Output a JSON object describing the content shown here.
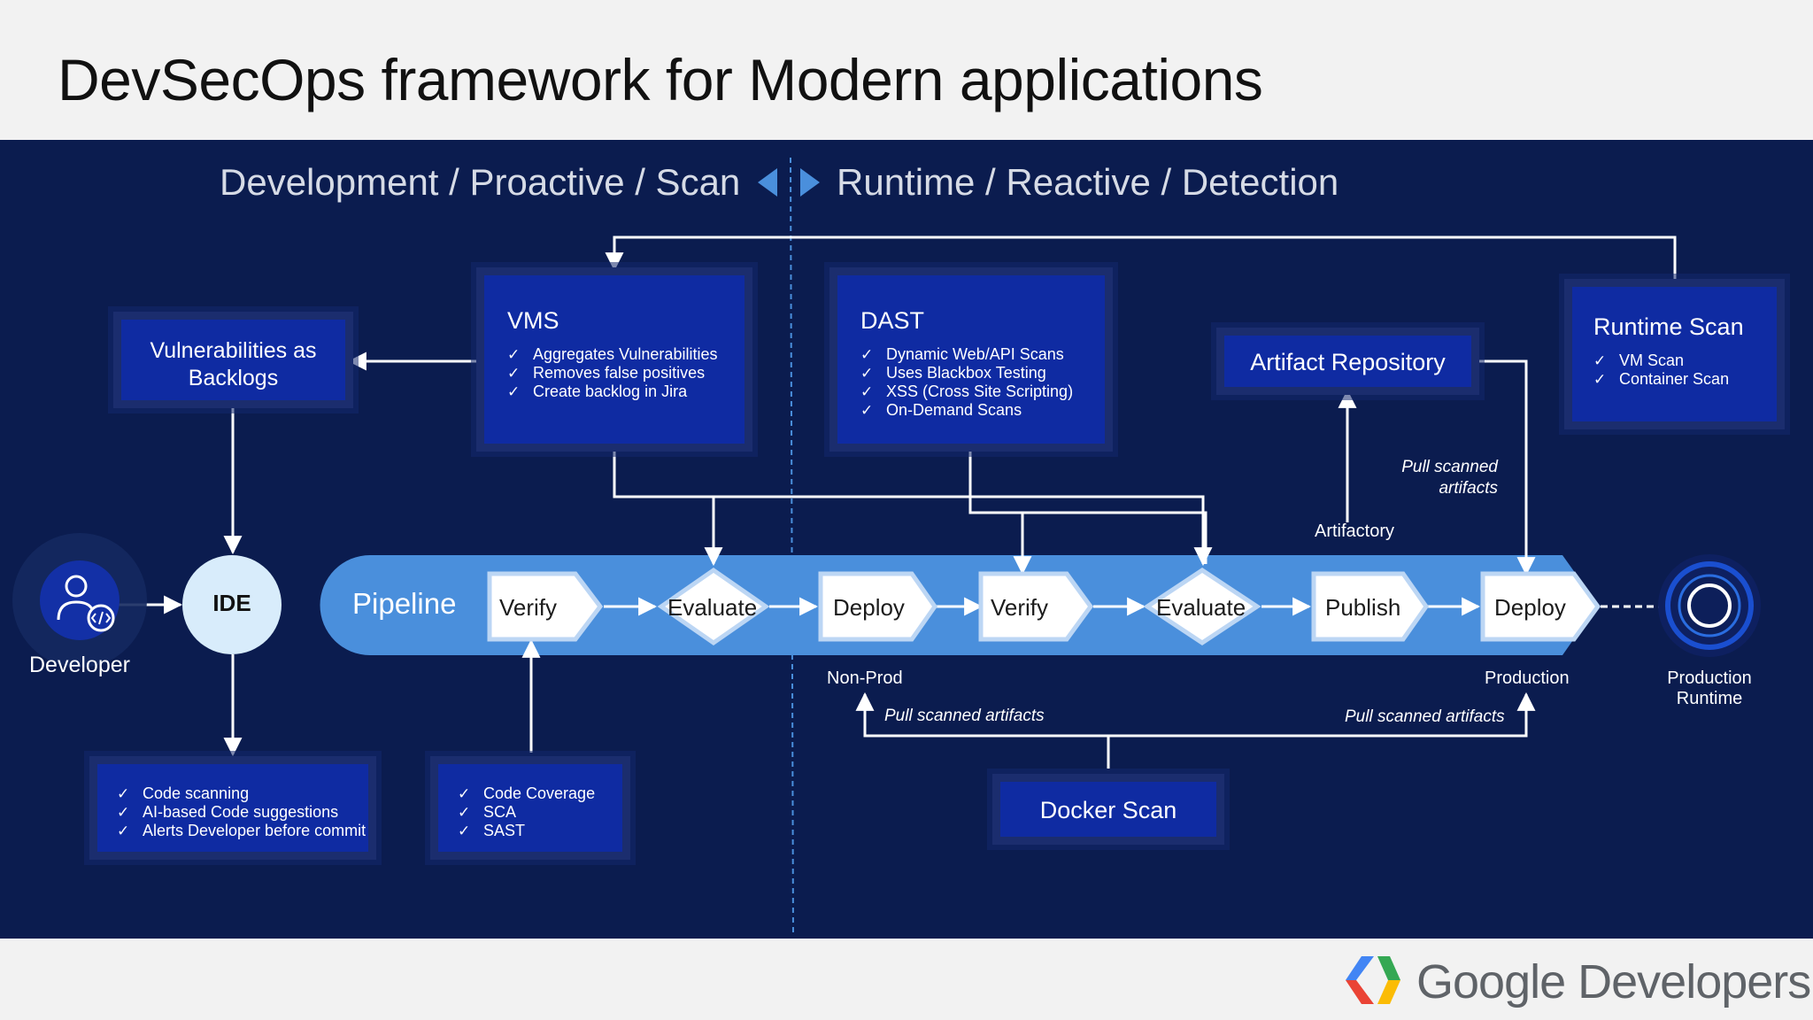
{
  "slide": {
    "title": "DevSecOps framework for Modern applications",
    "colors": {
      "stage_bg": "#0b1c4f",
      "panel_bg": "#0f2ba2",
      "pipeline_band": "#4a8fdc",
      "accent_blue": "#3b8de0"
    }
  },
  "headers": {
    "left": "Development / Proactive / Scan",
    "right": "Runtime / Reactive / Detection"
  },
  "nodes": {
    "developer": {
      "label": "Developer",
      "icon": "developer-code-icon"
    },
    "ide": {
      "label": "IDE"
    },
    "production_runtime": {
      "label_line1": "Production",
      "label_line2": "Runtime",
      "icon": "target-ring-icon"
    }
  },
  "panels": {
    "vuln_backlogs": {
      "line1": "Vulnerabilities as",
      "line2": "Backlogs"
    },
    "vms": {
      "title": "VMS",
      "items": [
        "Aggregates Vulnerabilities",
        "Removes false positives",
        "Create backlog in Jira"
      ]
    },
    "dast": {
      "title": "DAST",
      "items": [
        "Dynamic Web/API Scans",
        "Uses Blackbox Testing",
        "XSS (Cross Site Scripting)",
        "On-Demand Scans"
      ]
    },
    "artifact_repo": {
      "title": "Artifact Repository"
    },
    "runtime_scan": {
      "title": "Runtime Scan",
      "items": [
        "VM Scan",
        "Container Scan"
      ]
    },
    "ide_tools": {
      "items": [
        "Code scanning",
        "AI-based Code suggestions",
        "Alerts Developer before commit"
      ]
    },
    "verify_tools": {
      "items": [
        "Code Coverage",
        "SCA",
        "SAST"
      ]
    },
    "docker_scan": {
      "title": "Docker Scan"
    }
  },
  "pipeline": {
    "label": "Pipeline",
    "stages": [
      "Verify",
      "Evaluate",
      "Deploy",
      "Verify",
      "Evaluate",
      "Publish",
      "Deploy"
    ]
  },
  "annotations": {
    "pull_scanned_artifacts_upper_line1": "Pull scanned",
    "pull_scanned_artifacts_upper_line2": "artifacts",
    "artifactory": "Artifactory",
    "non_prod": "Non-Prod",
    "production": "Production",
    "pull_left": "Pull scanned artifacts",
    "pull_right": "Pull scanned artifacts"
  },
  "brand": {
    "text": "Google Developers",
    "logo": "google-developers-logo-icon"
  }
}
